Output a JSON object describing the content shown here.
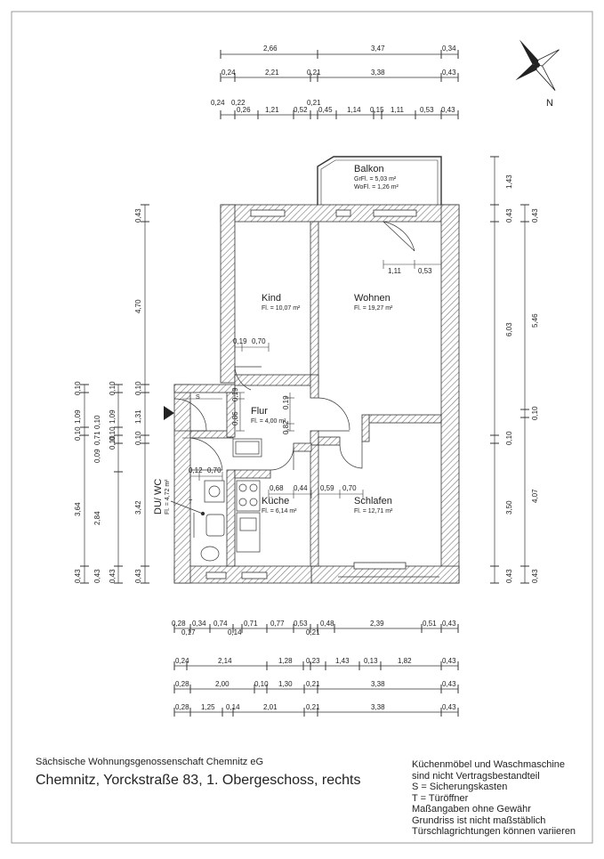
{
  "dimensions": {
    "top_row1": [
      "2,66",
      "3,47",
      "0,34"
    ],
    "top_row2": [
      "0,24",
      "2,21",
      "0,21",
      "3,38",
      "0,43"
    ],
    "top_row3_upper": [
      "0,24",
      "0,22",
      "0,21"
    ],
    "top_row3_lower": [
      "0,26",
      "1,21",
      "0,52",
      "0,45",
      "1,14",
      "0,15",
      "1,11",
      "0,53",
      "0,43"
    ],
    "bottom_row1_upper": [
      "0,28",
      "0,34",
      "0,74",
      "0,71",
      "0,77",
      "0,53",
      "0,48",
      "2,39",
      "0,51",
      "0,43"
    ],
    "bottom_row1_lower": [
      "0,17",
      "0,14",
      "0,21"
    ],
    "bottom_row2": [
      "0,24",
      "2,14",
      "1,28",
      "0,23",
      "1,43",
      "0,13",
      "1,82",
      "0,43"
    ],
    "bottom_row3": [
      "0,28",
      "2,00",
      "0,10",
      "1,30",
      "0,21",
      "3,38",
      "0,43"
    ],
    "bottom_row4": [
      "0,28",
      "1,25",
      "0,14",
      "2,01",
      "0,21",
      "3,38",
      "0,43"
    ],
    "left_col1": [
      "0,10",
      "1,09",
      "0,10",
      "3,64",
      "0,43"
    ],
    "left_col2": [
      "0,09",
      "0,71",
      "0,10",
      "2,84",
      "0,43"
    ],
    "left_col3": [
      "0,10",
      "1,09",
      "0,10",
      "0,10",
      "0,43"
    ],
    "left_col4": [
      "0,43",
      "4,70",
      "0,10",
      "1,31",
      "0,10",
      "3,42",
      "0,43"
    ],
    "right_col1": [
      "1,43",
      "0,43",
      "6,03",
      "0,10",
      "3,50",
      "0,43"
    ],
    "right_col2": [
      "0,43",
      "5,46",
      "0,10",
      "4,07",
      "0,43"
    ],
    "inner": [
      "1,11",
      "0,53",
      "0,19",
      "0,70",
      "0,19",
      "0,86",
      "0,82",
      "0,19",
      "0,12",
      "0,70",
      "0,68",
      "0,44",
      "0,59",
      "0,70"
    ],
    "symbols": [
      "S",
      "T"
    ]
  },
  "rooms": {
    "balkon": {
      "name": "Balkon",
      "area1": "GrFl. = 5,03 m²",
      "area2": "WoFl. = 1,26 m²"
    },
    "kind": {
      "name": "Kind",
      "area": "Fl. = 10,07 m²"
    },
    "wohnen": {
      "name": "Wohnen",
      "area": "Fl. = 19,27 m²"
    },
    "flur": {
      "name": "Flur",
      "area": "Fl. = 4,00 m²"
    },
    "kueche": {
      "name": "Küche",
      "area": "Fl. = 6,14 m²"
    },
    "schlafen": {
      "name": "Schlafen",
      "area": "Fl. = 12,71 m²"
    },
    "duwc": {
      "name": "DU/ WC",
      "area": "Fl. = 4,72 m²"
    }
  },
  "compass": {
    "label": "N"
  },
  "footer": {
    "organization": "Sächsische Wohnungsgenossenschaft Chemnitz eG",
    "address": "Chemnitz, Yorckstraße 83, 1. Obergeschoss, rechts",
    "notes": [
      "Küchenmöbel und Waschmaschine",
      "sind nicht Vertragsbestandteil",
      "S = Sicherungskasten",
      "T = Türöffner",
      "Maßangaben ohne Gewähr",
      "Grundriss ist nicht maßstäblich",
      "Türschlagrichtungen können variieren"
    ]
  },
  "colors": {
    "line": "#333333",
    "wall_hatch": "#777777",
    "background": "#ffffff"
  }
}
